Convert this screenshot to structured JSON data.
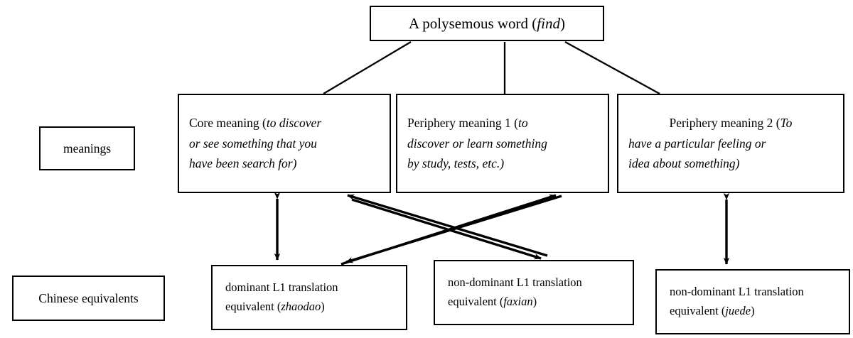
{
  "diagram": {
    "title": "Polysemous word meaning and L1 translation equivalents",
    "background_color": "#ffffff",
    "line_color": "#000000",
    "text_color": "#000000"
  },
  "row_labels": {
    "meanings": "meanings",
    "chinese_equivalents": "Chinese equivalents"
  },
  "root": {
    "text_plain": "A polysemous word (find)",
    "prefix": "A polysemous word (",
    "italic": "find",
    "suffix": ")"
  },
  "meanings": [
    {
      "id": "core",
      "text_plain": "Core meaning (to discover or see something that you have been search for)",
      "lines": [
        {
          "roman": "Core meaning (",
          "italic": "to discover"
        },
        {
          "roman": "",
          "italic": "or see something that you"
        },
        {
          "roman": "",
          "italic": "have been search for)"
        }
      ]
    },
    {
      "id": "periphery-1",
      "text_plain": "Periphery meaning 1 (to discover or learn something by study, tests, etc.)",
      "lines": [
        {
          "roman": "Periphery meaning 1 (",
          "italic": "to"
        },
        {
          "roman": "",
          "italic": "discover or learn something"
        },
        {
          "roman": "",
          "italic": "by study, tests, etc.)"
        }
      ]
    },
    {
      "id": "periphery-2",
      "text_plain": "Periphery meaning 2 (To have a particular feeling or idea about something)",
      "lines": [
        {
          "roman": "Periphery meaning 2 (",
          "italic": "To"
        },
        {
          "roman": "",
          "italic": "have a particular feeling or"
        },
        {
          "roman": "",
          "italic": "idea about something)"
        }
      ]
    }
  ],
  "equivalents": [
    {
      "id": "zhaodao",
      "text_plain": "dominant L1 translation equivalent (zhaodao)",
      "line1": "dominant L1 translation",
      "line2_prefix": "equivalent (",
      "line2_italic": "zhaodao",
      "line2_suffix": ")"
    },
    {
      "id": "faxian",
      "text_plain": "non-dominant L1 translation equivalent (faxian)",
      "line1": "non-dominant L1 translation",
      "line2_prefix": "equivalent (",
      "line2_italic": "faxian",
      "line2_suffix": ")"
    },
    {
      "id": "juede",
      "text_plain": "non-dominant L1 translation equivalent (juede)",
      "line1": "non-dominant L1 translation",
      "line2_prefix": "equivalent (",
      "line2_italic": "juede",
      "line2_suffix": ")"
    }
  ],
  "connections": [
    {
      "from": "root",
      "to": "core",
      "style": "plain-line"
    },
    {
      "from": "root",
      "to": "periphery-1",
      "style": "plain-line"
    },
    {
      "from": "root",
      "to": "periphery-2",
      "style": "plain-line"
    },
    {
      "from": "core",
      "to": "zhaodao",
      "style": "double-arrow-vertical"
    },
    {
      "from": "periphery-2",
      "to": "juede",
      "style": "double-arrow-vertical"
    },
    {
      "from": "periphery-1",
      "to": "zhaodao",
      "style": "single-arrow-diagonal"
    },
    {
      "from": "core",
      "to": "faxian",
      "style": "single-arrow-diagonal"
    },
    {
      "from": "faxian",
      "to": "periphery-1",
      "style": "single-arrow-diagonal"
    },
    {
      "from": "zhaodao",
      "to": "core",
      "style": "single-arrow-diagonal"
    }
  ]
}
